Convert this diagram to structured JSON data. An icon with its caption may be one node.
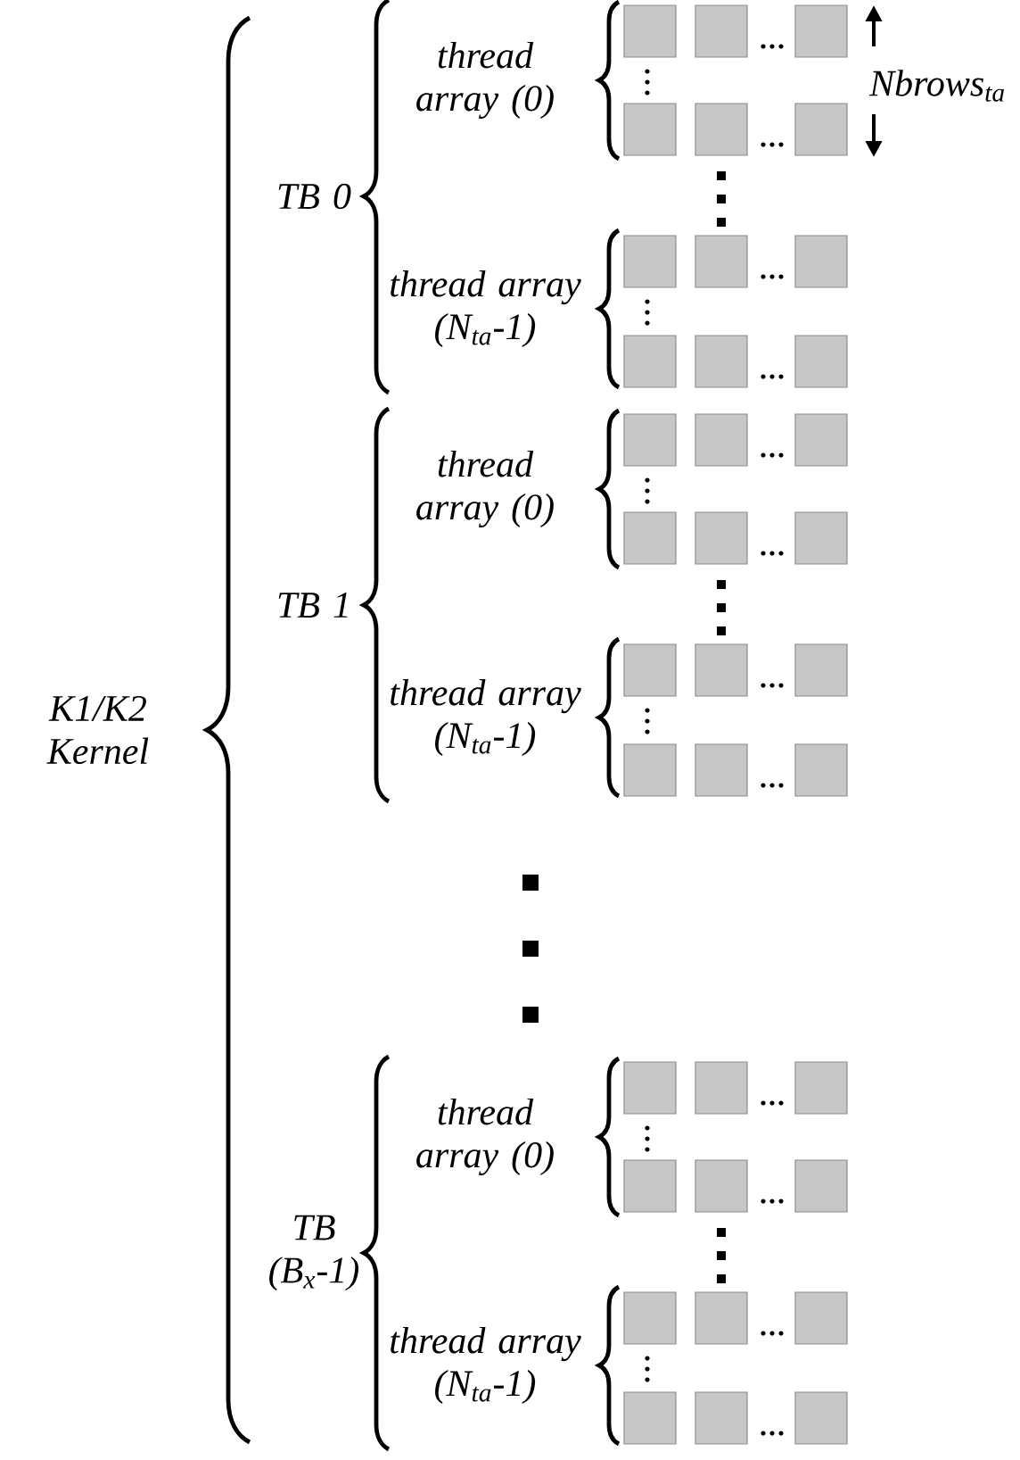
{
  "diagram": {
    "labels": [
      "K1/K2 Kernel",
      "TB 0",
      "thread array (0)",
      "Nbrows$_{ta}$",
      "thread array (N$_{ta}$-1)",
      "TB 1",
      "thread array (0)",
      "thread array (N$_{ta}$-1)",
      "TB (B$_{x}$-1)",
      "thread array (0)",
      "thread array (N$_{ta}$-1)"
    ]
  }
}
